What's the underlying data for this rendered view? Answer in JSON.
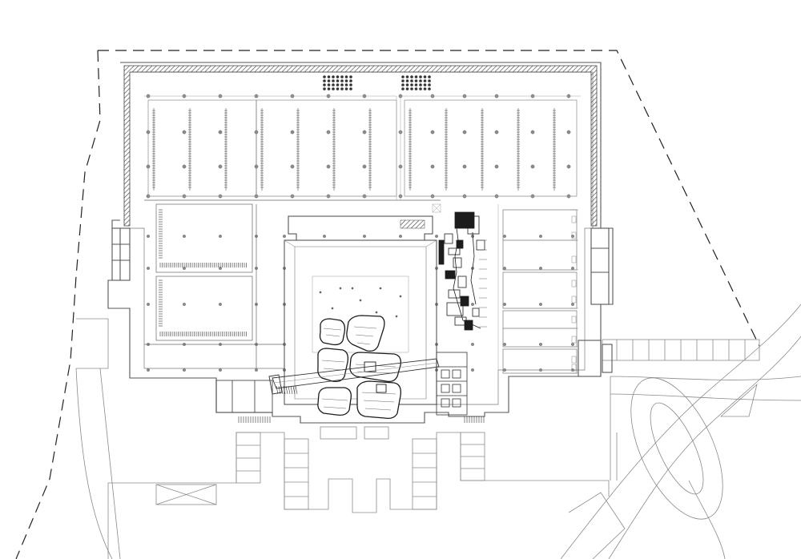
{
  "drawing": {
    "type": "architectural-floor-plan",
    "printed_text": [],
    "colors": {
      "background": "#ffffff",
      "line": "#6e6e6e",
      "thin_line": "#9a9a9a",
      "dark": "#1c1c1c",
      "hatch": "#555555"
    },
    "elements": [
      "site-boundary",
      "building-outline",
      "perimeter-wall",
      "storage-racks",
      "column-grid",
      "central-courtyard",
      "glazed-pavilions",
      "connecting-bridge",
      "equipment-layout",
      "office-modules",
      "loading-docks",
      "parking-bays",
      "access-road"
    ]
  }
}
